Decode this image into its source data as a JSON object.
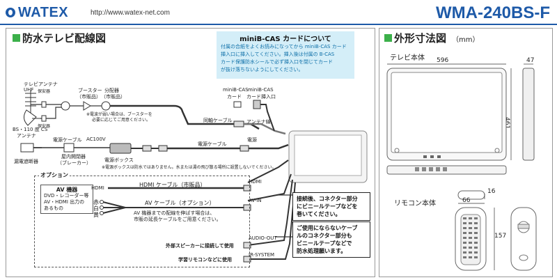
{
  "header": {
    "brand": "WATEX",
    "url": "http://www.watex-net.com",
    "model": "WMA-240BS-F"
  },
  "left": {
    "title": "防水テレビ配線図",
    "info": {
      "heading": "miniB-CAS カードについて",
      "lines": [
        "付属の合紙をよくお読みになってから miniB-CAS カード",
        "挿入口に挿入してください。挿入後は付属の B-CAS",
        "カード保護防水シールで必ず挿入口を閉じてカード",
        "が抜け落ちないようにしてください。"
      ]
    },
    "labels": {
      "antenna_tv": "テレビアンテナ",
      "uhf": "UHF",
      "protector1": "保安器",
      "protector2": "保安器",
      "bs_cs": "BS・110 度 CS",
      "antenna": "アンテナ",
      "booster": "ブースター",
      "booster_sub": "（市販品）",
      "splitter": "分配器",
      "splitter_sub": "（市販品）",
      "booster_note1": "※電波が弱い場合は、ブースターを",
      "booster_note2": "必要に応じてご用意ください。",
      "card": "miniB-CAS",
      "card2": "カード",
      "card_slot": "miniB-CAS",
      "card_slot2": "カード挿入口",
      "coax": "同軸ケーブル",
      "antenna_line": "アンテナ線",
      "power_cable": "電源ケーブル",
      "ac100v": "AC100V",
      "power_cable2": "電源ケーブル",
      "power": "電源",
      "indoor_switch": "屋内開閉器",
      "breaker": "（ブレーカー）",
      "leak_breaker": "漏電遮断器",
      "power_box": "電源ボックス",
      "power_box_note": "※電源ボックスは防水ではありません。水または湯の飛び散る場所に設置しないでください。",
      "option": "オプション",
      "hdmi_label": "HDMI",
      "hdmi_right": "HDMI",
      "hdmi_cable": "HDMI ケーブル（市販品）",
      "av_cable": "AV ケーブル（オプション）",
      "av_in": "AV-IN",
      "av_note1": "AV 機器までの配線を伸ばす場合は、",
      "av_note2": "市販の延長ケーブルをご用意ください。",
      "red": "赤",
      "white": "白",
      "yellow": "黄",
      "audio_out": "AUDIO-OUT",
      "ir_system": "IR-SYSTEM",
      "ext_speaker": "外部スピーカーに接続して使用",
      "remote_use": "学習リモコンなどに使用"
    },
    "av_box": {
      "title": "AV 機器",
      "lines": [
        "DVD・レコーダー等",
        "AV・HDMI 出力の",
        "あるもの"
      ]
    },
    "note_connector": [
      "接続後、コネクター部分",
      "にビニールテープなどを",
      "巻いてください。"
    ],
    "note_unused": [
      "ご使用にならないケーブ",
      "ルのコネクター部分も",
      "ビニールテープなどで",
      "防水処理願います。"
    ]
  },
  "right": {
    "title": "外形寸法図",
    "unit": "（mm）",
    "tv_label": "テレビ本体",
    "tv_width": "596",
    "tv_depth": "47",
    "tv_height": "461",
    "remote_label": "リモコン本体",
    "remote_depth": "16",
    "remote_width": "66",
    "remote_height": "157"
  },
  "colors": {
    "accent": "#1e5aa8",
    "section_square": "#3cb04a",
    "info_bg": "#d4eef8"
  }
}
